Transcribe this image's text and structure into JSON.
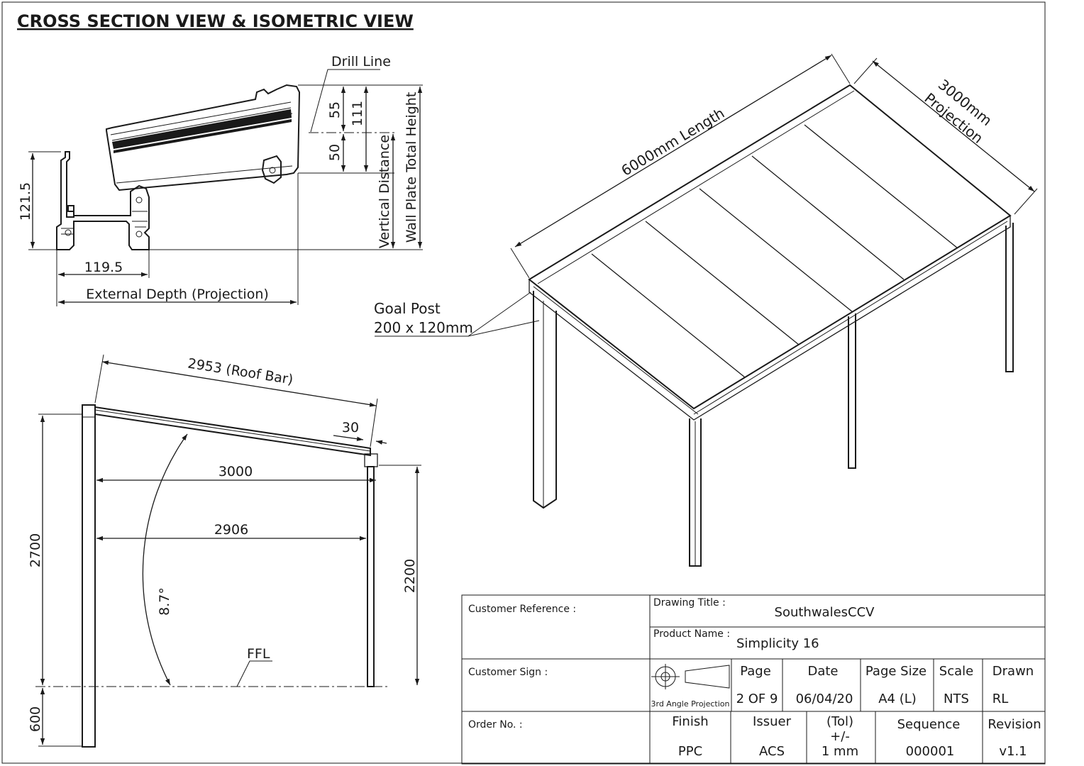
{
  "heading": "CROSS SECTION VIEW & ISOMETRIC VIEW",
  "cross_section": {
    "drill_line": "Drill Line",
    "dim_55": "55",
    "dim_50": "50",
    "dim_111": "111",
    "vertical_distance": "Vertical Distance",
    "wall_plate_total_height": "Wall Plate Total Height",
    "dim_121_5": "121.5",
    "dim_119_5": "119.5",
    "external_depth": "External Depth (Projection)"
  },
  "side_view": {
    "roof_bar": "2953 (Roof Bar)",
    "dim_30": "30",
    "dim_3000": "3000",
    "dim_2906": "2906",
    "angle": "8.7°",
    "dim_2700": "2700",
    "dim_2200": "2200",
    "dim_600": "600",
    "ffl": "FFL"
  },
  "isometric": {
    "length": "6000mm Length",
    "projection_value": "3000mm",
    "projection_word": "Projection",
    "goal_post_1": "Goal Post",
    "goal_post_2": "200 x 120mm"
  },
  "title_block": {
    "customer_reference_label": "Customer Reference :",
    "drawing_title_label": "Drawing Title :",
    "drawing_title_value": "SouthwalesCCV",
    "product_name_label": "Product Name :",
    "product_name_value": "Simplicity 16",
    "customer_sign_label": "Customer Sign :",
    "projection_note": "3rd Angle Projection",
    "order_no_label": "Order No. :",
    "page_h": "Page",
    "page_v": "2 OF 9",
    "date_h": "Date",
    "date_v": "06/04/20",
    "pagesize_h": "Page Size",
    "pagesize_v": "A4 (L)",
    "scale_h": "Scale",
    "scale_v": "NTS",
    "drawn_h": "Drawn",
    "drawn_v": "RL",
    "finish_h": "Finish",
    "finish_v": "PPC",
    "issuer_h": "Issuer",
    "issuer_v": "ACS",
    "tol_h": "(Tol)",
    "tol_pm": "+/-",
    "tol_v": "1 mm",
    "sequence_h": "Sequence",
    "sequence_v": "000001",
    "revision_h": "Revision",
    "revision_v": "v1.1"
  }
}
